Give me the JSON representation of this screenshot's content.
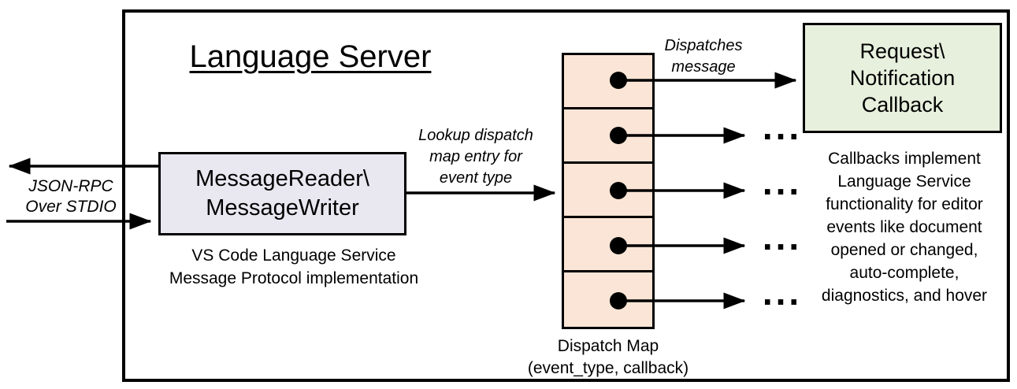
{
  "colors": {
    "outer_border": "#000000",
    "message_box_fill": "#E9E7F0",
    "dispatch_map_fill": "#FBE5D6",
    "callback_box_fill": "#E7F0DD",
    "line_color": "#000000"
  },
  "diagram": {
    "title": "Language Server",
    "stdio_label": {
      "line1": "JSON-RPC",
      "line2": "Over STDIO"
    },
    "message_box": {
      "line1": "MessageReader\\",
      "line2": "MessageWriter"
    },
    "message_box_caption": {
      "line1": "VS Code Language Service",
      "line2": "Message Protocol implementation"
    },
    "lookup_label": {
      "line1": "Lookup dispatch",
      "line2": "map entry for",
      "line3": "event type"
    },
    "dispatches_label": {
      "line1": "Dispatches",
      "line2": "message"
    },
    "dispatch_map": {
      "caption": {
        "line1": "Dispatch Map",
        "line2": "(event_type, callback)"
      },
      "ellipsis": "..."
    },
    "callback_box": {
      "line1": "Request\\",
      "line2": "Notification",
      "line3": "Callback"
    },
    "callbacks_note": {
      "line1": "Callbacks implement",
      "line2": "Language Service",
      "line3": "functionality for editor",
      "line4": "events like document",
      "line5": "opened or changed,",
      "line6": "auto-complete,",
      "line7": "diagnostics, and hover"
    }
  }
}
